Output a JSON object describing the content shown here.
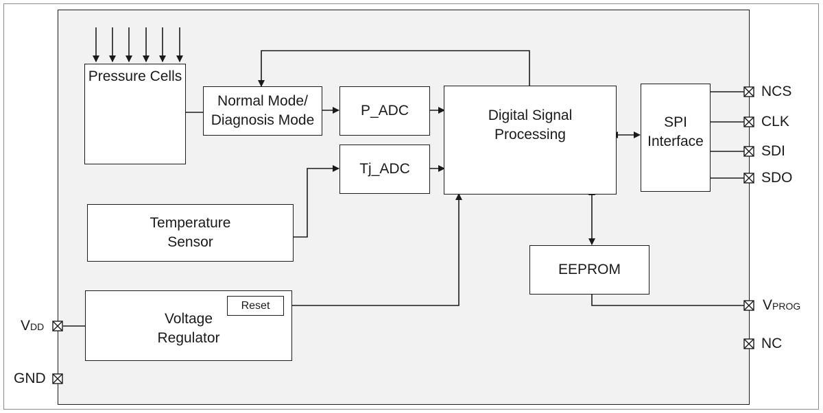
{
  "blocks": {
    "pressure_cells": "Pressure Cells",
    "mode_select": "Normal Mode/\nDiagnosis Mode",
    "p_adc": "P_ADC",
    "tj_adc": "Tj_ADC",
    "dsp": "Digital Signal\nProcessing",
    "spi": "SPI\nInterface",
    "temp_sensor": "Temperature\nSensor",
    "voltage_regulator": "Voltage\nRegulator",
    "reset": "Reset",
    "eeprom": "EEPROM"
  },
  "pins": {
    "ncs": "NCS",
    "clk": "CLK",
    "sdi": "SDI",
    "sdo": "SDO",
    "vprog_main": "V",
    "vprog_sub": "PROG",
    "nc": "NC",
    "vdd_main": "V",
    "vdd_sub": "DD",
    "gnd": "GND"
  }
}
